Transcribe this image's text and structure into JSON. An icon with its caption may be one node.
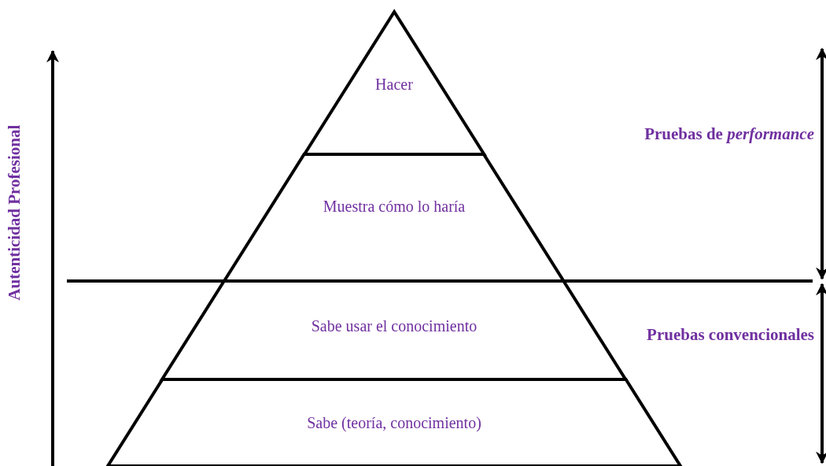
{
  "diagram": {
    "nodes": [
      {
        "text": [
          "Hacer"
        ]
      },
      {
        "text": [
          "Muestra cómo lo haría"
        ]
      },
      {
        "text": [
          "Sabe usar el conocimiento"
        ]
      },
      {
        "text": [
          "Sabe (teoría, conocimiento)"
        ]
      }
    ],
    "labels": [
      "Autenticidad Profesional",
      "Pruebas de *performance*",
      "Pruebas convencionales"
    ]
  }
}
